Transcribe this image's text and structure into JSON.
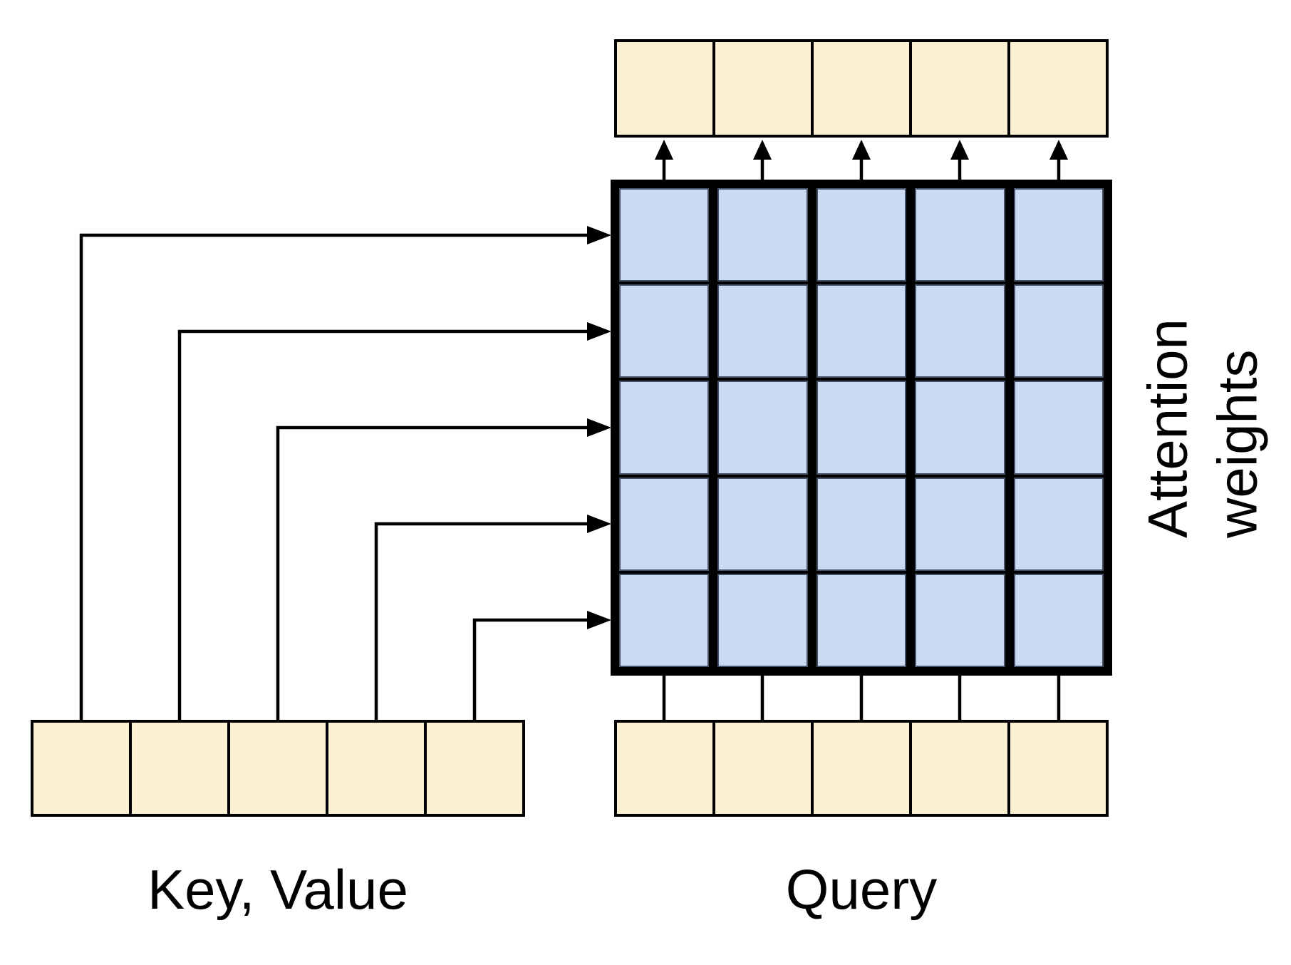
{
  "figure": {
    "labels": {
      "key_value": "Key, Value",
      "query": "Query",
      "attention_weights_line1": "Attention",
      "attention_weights_line2": "weights"
    },
    "colors": {
      "io_cell_fill": "#FCF0D2",
      "attention_cell_fill": "#CADAF3",
      "stroke": "#000000",
      "background": "#FFFFFF",
      "text": "#000000"
    },
    "structure": {
      "key_value_cells": 5,
      "query_cells": 5,
      "output_cells": 5,
      "attention_matrix": {
        "rows": 5,
        "cols": 5
      }
    }
  }
}
